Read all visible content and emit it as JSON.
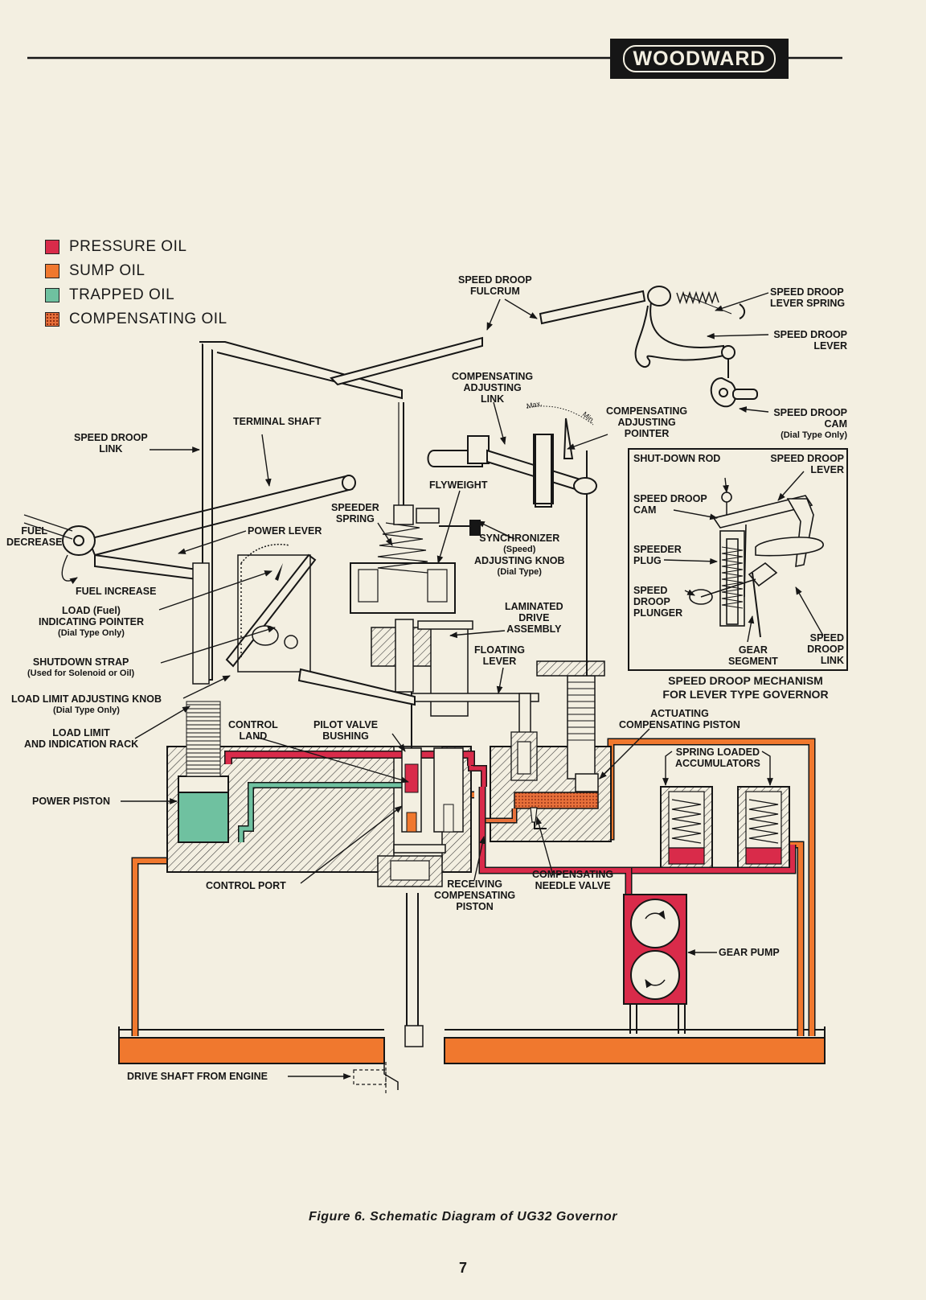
{
  "brand": "WOODWARD",
  "colors": {
    "pressure_oil": "#d92b4a",
    "sump_oil": "#f0782e",
    "trapped_oil": "#6fc1a0",
    "compensating_oil": "#e8703a",
    "paper": "#f3efe1",
    "ink": "#161616"
  },
  "legend": [
    {
      "label": "PRESSURE OIL",
      "color": "#d92b4a"
    },
    {
      "label": "SUMP OIL",
      "color": "#f0782e"
    },
    {
      "label": "TRAPPED OIL",
      "color": "#6fc1a0"
    },
    {
      "label": "COMPENSATING OIL",
      "color": "#e8703a"
    }
  ],
  "labels": {
    "speed_droop_fulcrum": [
      "SPEED DROOP",
      "FULCRUM"
    ],
    "speed_droop_lever_spring": [
      "SPEED DROOP",
      "LEVER SPRING"
    ],
    "speed_droop_lever": [
      "SPEED DROOP",
      "LEVER"
    ],
    "compensating_adjusting_link": [
      "COMPENSATING",
      "ADJUSTING",
      "LINK"
    ],
    "compensating_adjusting_pointer": [
      "COMPENSATING",
      "ADJUSTING",
      "POINTER"
    ],
    "speed_droop_cam": [
      "SPEED DROOP",
      "CAM",
      "(Dial Type Only)"
    ],
    "speed_droop_link": [
      "SPEED DROOP",
      "LINK"
    ],
    "terminal_shaft": "TERMINAL SHAFT",
    "flyweight": "FLYWEIGHT",
    "speeder_spring": [
      "SPEEDER",
      "SPRING"
    ],
    "power_lever": "POWER LEVER",
    "fuel_decrease": [
      "FUEL",
      "DECREASE"
    ],
    "fuel_increase": "FUEL INCREASE",
    "synchronizer": [
      "SYNCHRONIZER",
      "(Speed)",
      "ADJUSTING KNOB",
      "(Dial Type)"
    ],
    "load_pointer": [
      "LOAD (Fuel)",
      "INDICATING POINTER",
      "(Dial Type Only)"
    ],
    "laminated_drive": [
      "LAMINATED",
      "DRIVE",
      "ASSEMBLY"
    ],
    "shutdown_strap": [
      "SHUTDOWN STRAP",
      "(Used for Solenoid or Oil)"
    ],
    "floating_lever": [
      "FLOATING",
      "LEVER"
    ],
    "load_limit_knob": [
      "LOAD LIMIT ADJUSTING KNOB",
      "(Dial Type Only)"
    ],
    "load_limit_rack": [
      "LOAD LIMIT",
      "AND INDICATION RACK"
    ],
    "control_land": [
      "CONTROL",
      "LAND"
    ],
    "pilot_valve_bushing": [
      "PILOT VALVE",
      "BUSHING"
    ],
    "actuating_piston": [
      "ACTUATING",
      "COMPENSATING PISTON"
    ],
    "spring_accumulators": [
      "SPRING LOADED",
      "ACCUMULATORS"
    ],
    "power_piston": "POWER PISTON",
    "control_port": "CONTROL PORT",
    "receiving_piston": [
      "RECEIVING",
      "COMPENSATING",
      "PISTON"
    ],
    "needle_valve": [
      "COMPENSATING",
      "NEEDLE VALVE"
    ],
    "gear_pump": "GEAR PUMP",
    "drive_shaft": "DRIVE SHAFT FROM ENGINE",
    "dial_max": "Max.",
    "dial_min": "Min."
  },
  "inset": {
    "shut_down_rod": "SHUT-DOWN ROD",
    "speed_droop_lever": [
      "SPEED DROOP",
      "LEVER"
    ],
    "speed_droop_cam": [
      "SPEED DROOP",
      "CAM"
    ],
    "speeder_plug": [
      "SPEEDER",
      "PLUG"
    ],
    "speed_droop_plunger": [
      "SPEED",
      "DROOP",
      "PLUNGER"
    ],
    "gear_segment": [
      "GEAR",
      "SEGMENT"
    ],
    "speed_droop_link": [
      "SPEED",
      "DROOP",
      "LINK"
    ],
    "title": [
      "SPEED DROOP MECHANISM",
      "FOR LEVER TYPE GOVERNOR"
    ]
  },
  "caption": "Figure 6.  Schematic Diagram of UG32 Governor",
  "page_number": "7"
}
